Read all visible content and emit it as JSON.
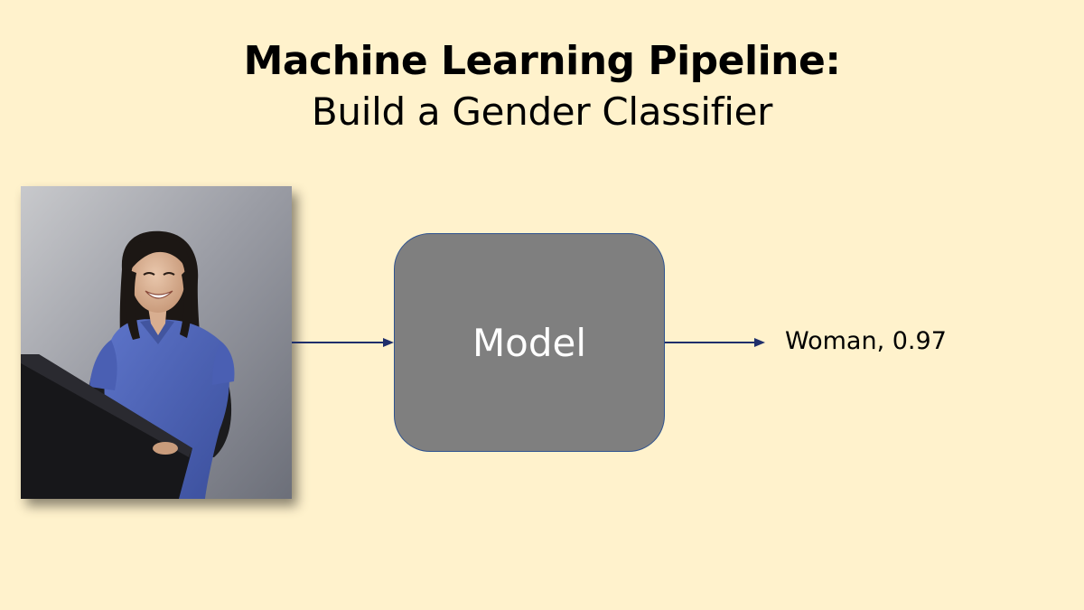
{
  "slide": {
    "title_bold": "Machine Learning Pipeline:",
    "title_regular": "Build a Gender Classifier",
    "model_label": "Model",
    "output_label": "Woman, 0.97",
    "photo_alt": "Photo of a smiling woman with long dark hair in a blue polo shirt standing at a podium",
    "colors": {
      "background": "#fff2cc",
      "model_fill": "#7f7f7f",
      "model_border": "#2f528f",
      "arrow": "#1f2f6b"
    }
  }
}
